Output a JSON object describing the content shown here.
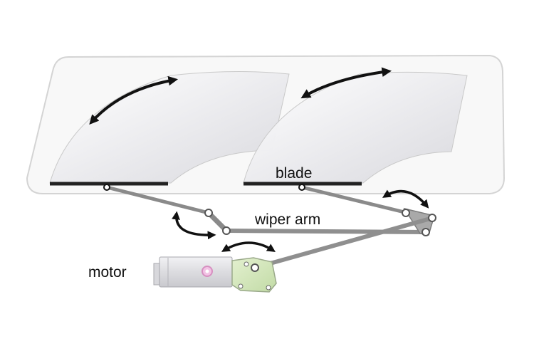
{
  "labels": {
    "blade": "blade",
    "wiper_arm": "wiper arm",
    "motor": "motor"
  },
  "colors": {
    "windshield_outline": "#d6d6d6",
    "windshield_fill": "#f7f7f7",
    "sweep_fill": "#e6e6ea",
    "blade": "#222222",
    "arrow": "#111111",
    "linkage": "#8f8f8f",
    "pivot": "#555555",
    "motor_body": "#e4e4e6",
    "motor_accent": "#cfe5b6",
    "motor_center": "#e6a6d2"
  }
}
